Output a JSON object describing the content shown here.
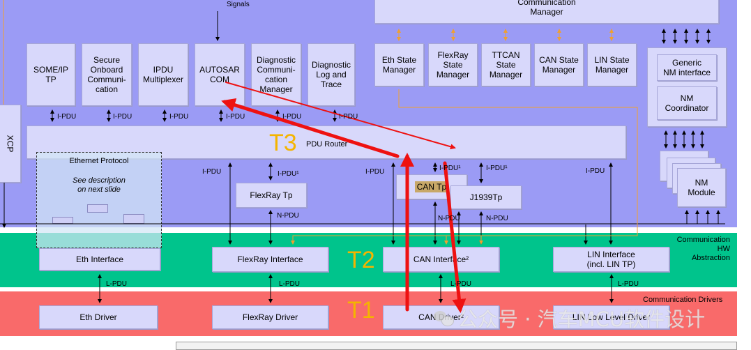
{
  "top": {
    "signals": "Signals",
    "comm_manager": "Communication\nManager"
  },
  "services": {
    "someip": "SOME/IP\nTP",
    "secoc": "Secure\nOnboard\nCommuni-\ncation",
    "ipdu_mux": "IPDU\nMultiplexer",
    "com": "AUTOSAR\nCOM",
    "dcm": "Diagnostic\nCommuni-\ncation\nManager",
    "dlt": "Diagnostic\nLog and\nTrace"
  },
  "state_managers": {
    "eth": "Eth State\nManager",
    "flexray": "FlexRay\nState\nManager",
    "ttcan": "TTCAN\nState\nManager",
    "can": "CAN State\nManager",
    "lin": "LIN State\nManager"
  },
  "nm": {
    "generic": "Generic\nNM interface",
    "coordinator": "NM\nCoordinator",
    "module": "NM\nModule"
  },
  "xcp": "XCP",
  "pdu_router": "PDU Router",
  "ethernet_protocol": {
    "title": "Ethernet Protocol",
    "note": "See description\non next slide"
  },
  "tp": {
    "flexray": "FlexRay Tp",
    "can": "CAN Tp",
    "j1939": "J1939Tp"
  },
  "labels": {
    "ipdu": "I-PDU",
    "ipdu1": "I-PDU¹",
    "npdu": "N-PDU",
    "lpdu": "L-PDU"
  },
  "interfaces": {
    "eth": "Eth Interface",
    "flexray": "FlexRay Interface",
    "can": "CAN Interface²",
    "lin": "LIN Interface\n(incl. LIN TP)"
  },
  "drivers": {
    "eth": "Eth Driver",
    "flexray": "FlexRay Driver",
    "can": "CAN Driver²",
    "lin": "LIN Low Level Driver"
  },
  "bands": {
    "hw_abstraction": "Communication\nHW\nAbstraction",
    "drivers": "Communication Drivers"
  },
  "tiers": {
    "t1": "T1",
    "t2": "T2",
    "t3": "T3"
  },
  "watermark": "公众号 · 汽车MCU软件设计",
  "colors": {
    "services_band": "#9b9bf5",
    "hw_band": "#00c48c",
    "driver_band": "#f96a6a",
    "box": "#d8d8fb",
    "tier": "#f4b400",
    "red_arrow": "#ee1111",
    "orange_line": "#f0a030"
  }
}
